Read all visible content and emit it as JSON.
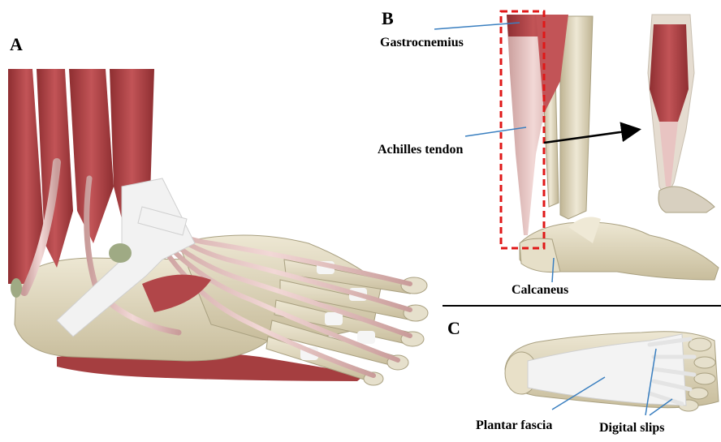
{
  "panels": {
    "a": {
      "letter": "A"
    },
    "b": {
      "letter": "B"
    },
    "c": {
      "letter": "C"
    }
  },
  "labels": {
    "gastrocnemius": "Gastrocnemius",
    "achilles": "Achilles tendon",
    "calcaneus": "Calcaneus",
    "plantar_fascia": "Plantar fascia",
    "digital_slips": "Digital slips"
  },
  "colors": {
    "muscle": "#b8474a",
    "muscle_light": "#d9898c",
    "tendon": "#e8c4c2",
    "bone": "#e3dcc6",
    "bone_shade": "#c9bf9f",
    "fascia": "#f0f0f0",
    "leader": "#3a7fc0",
    "highlight_box": "#e01818",
    "arrow": "#000000"
  }
}
